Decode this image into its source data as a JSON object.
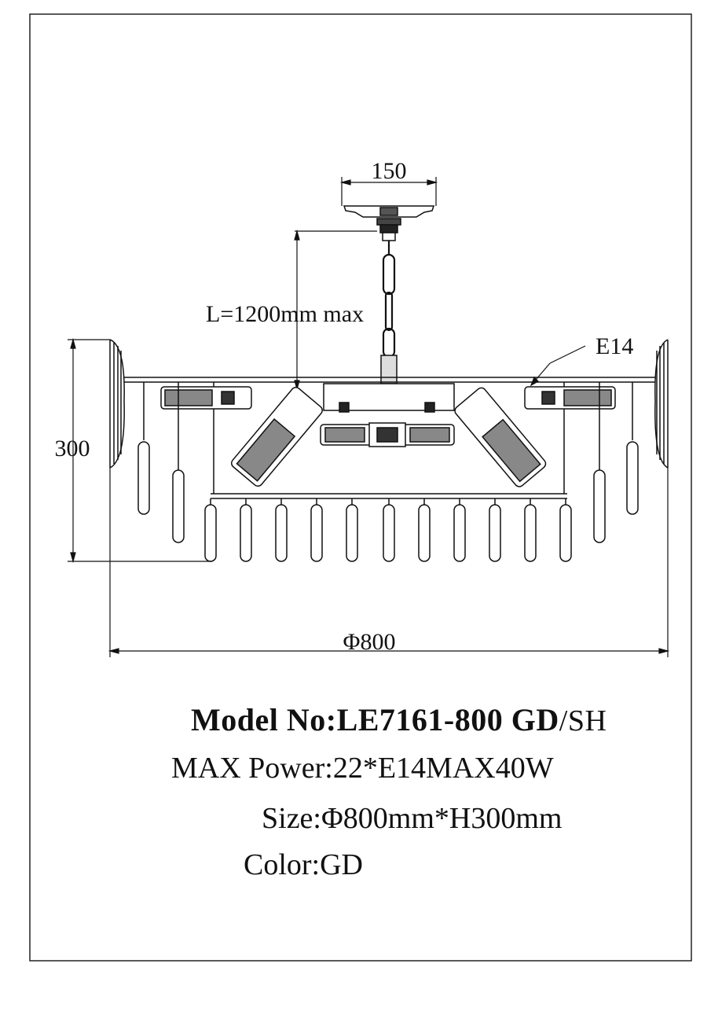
{
  "dimensions": {
    "canopy_width": "150",
    "chain_length": "L=1200mm max",
    "height": "300",
    "diameter": "Φ800",
    "socket_type": "E14"
  },
  "specs": {
    "model": "Model No:LE7161-800 GD",
    "model_suffix": "/SH",
    "power": "MAX Power:22*E14MAX40W",
    "size": "Size:Φ800mm*H300mm",
    "color": "Color:GD"
  }
}
